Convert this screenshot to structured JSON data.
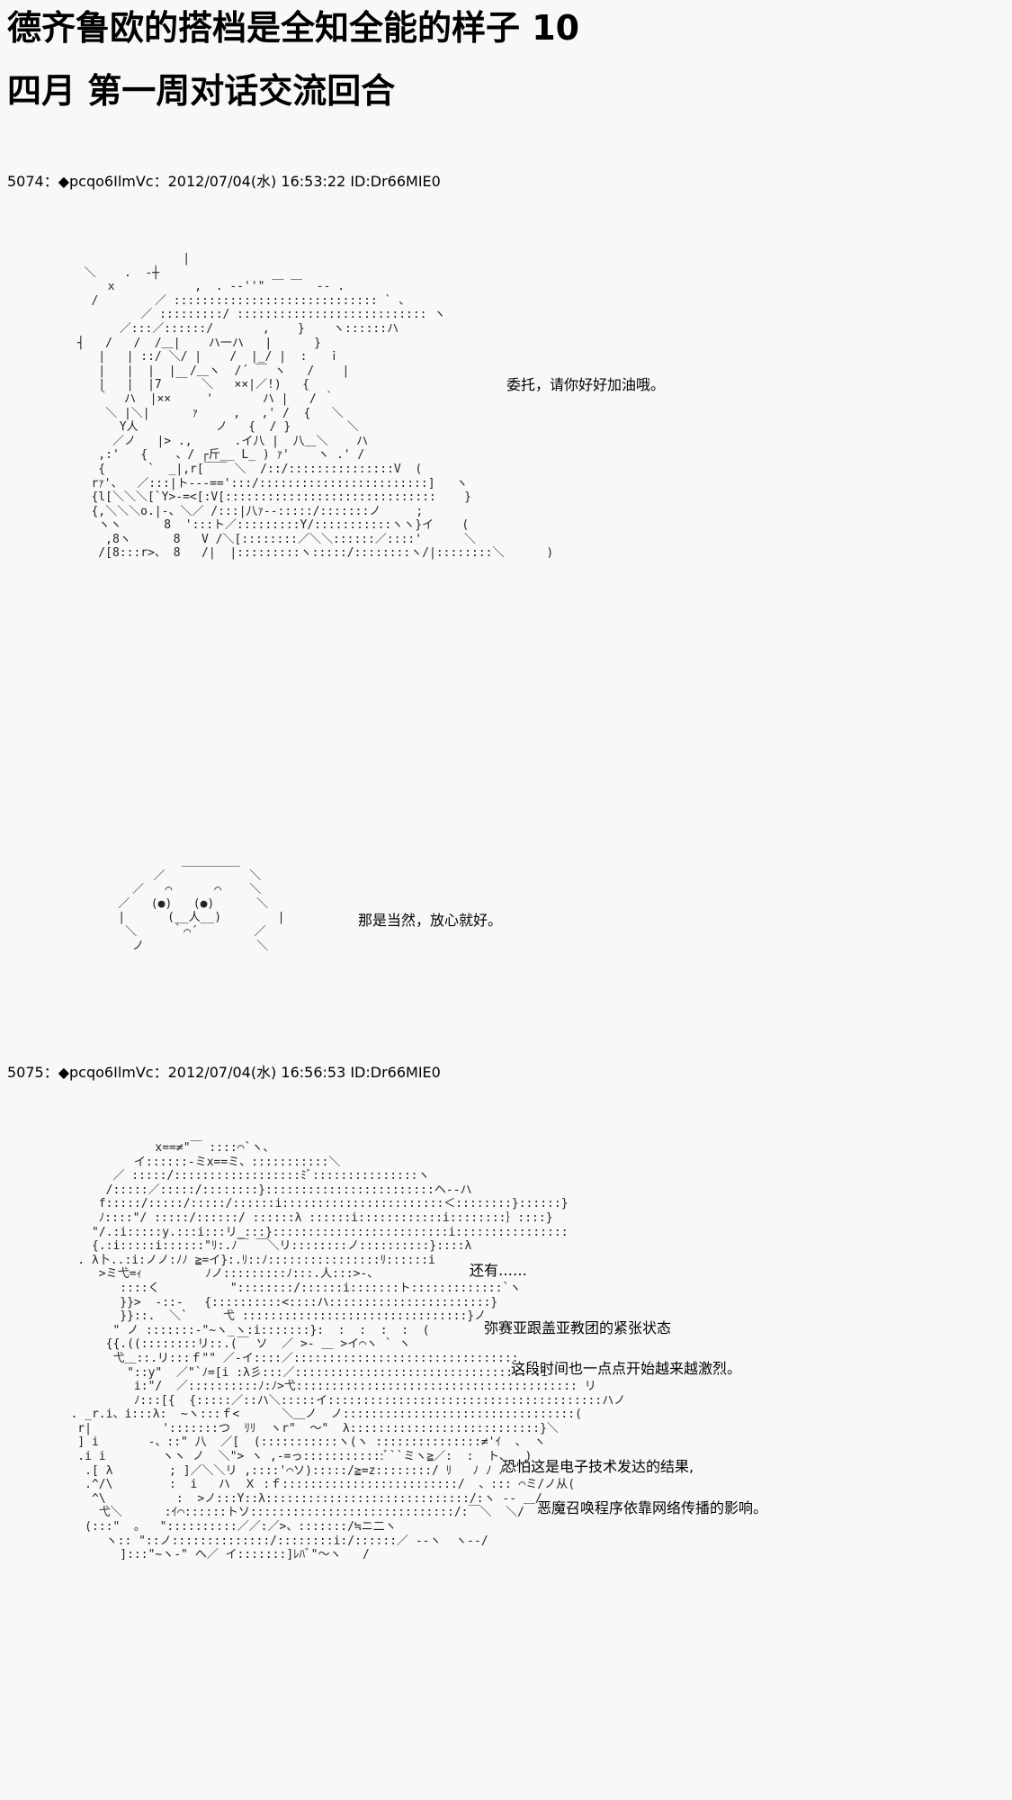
{
  "title_line1": "德齐鲁欧的搭档是全知全能的样子 10",
  "title_line2": "四月 第一周对话交流回合",
  "posts": [
    {
      "header": "5074：◆pcqo6IlmVc：2012/07/04(水) 16:53:22 ID:Dr66MIE0",
      "dialogs": [
        "委托，请你好好加油哦。",
        "那是当然，放心就好。"
      ]
    },
    {
      "header": "5075：◆pcqo6IlmVc：2012/07/04(水) 16:56:53 ID:Dr66MIE0",
      "dialogs": [
        "还有……",
        "弥赛亚跟盖亚教团的紧张状态",
        "这段时间也一点点开始越来越激烈。",
        "恐怕这是电子技术发达的结果,",
        "恶魔召唤程序依靠网络传播的影响。"
      ]
    }
  ]
}
